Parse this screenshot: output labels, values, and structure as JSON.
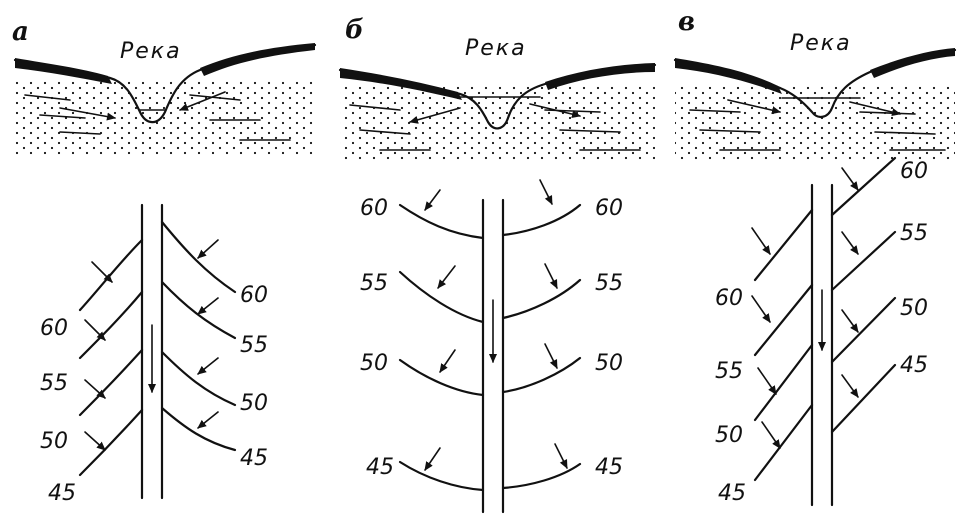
{
  "panels": [
    {
      "letter": "а",
      "river": "Река",
      "left_levels": [
        "60",
        "55",
        "50",
        "45"
      ],
      "right_levels": [
        "60",
        "55",
        "50",
        "45"
      ]
    },
    {
      "letter": "б",
      "river": "Река",
      "left_levels": [
        "60",
        "55",
        "50",
        "45"
      ],
      "right_levels": [
        "60",
        "55",
        "50",
        "45"
      ]
    },
    {
      "letter": "в",
      "river": "Река",
      "left_levels": [
        "60",
        "55",
        "50",
        "45"
      ],
      "right_levels": [
        "60",
        "55",
        "50",
        "45"
      ]
    }
  ]
}
